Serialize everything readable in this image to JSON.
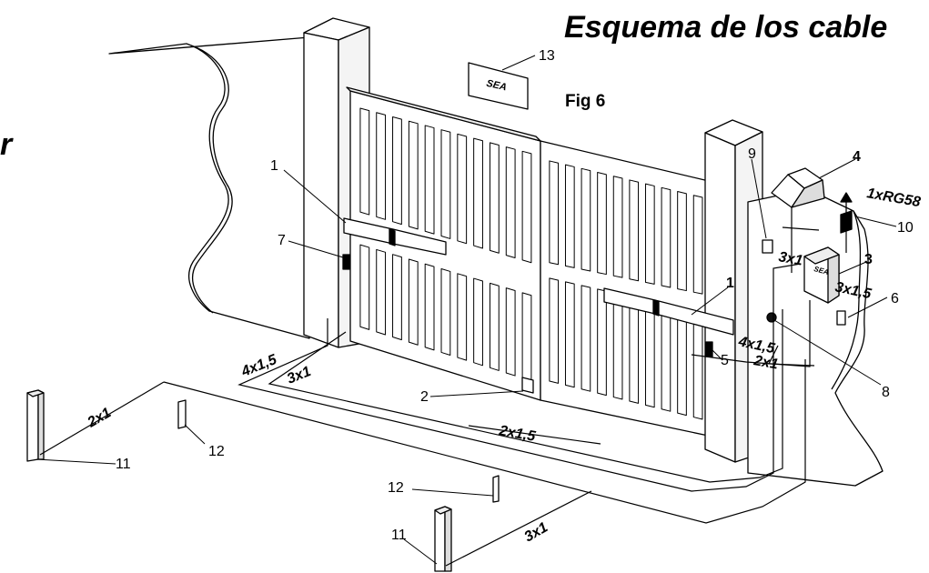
{
  "header": {
    "title": "Esquema de los cable",
    "figure_label": "Fig 6",
    "left_edge_mark": "r"
  },
  "logo_text": "SEA",
  "callouts": [
    "1",
    "1",
    "2",
    "3",
    "4",
    "5",
    "6",
    "7",
    "8",
    "9",
    "10",
    "11",
    "11",
    "12",
    "12",
    "13"
  ],
  "cables": {
    "left_actuator": "4x1,5",
    "left_photocell": "3x1",
    "far_left_column": "2x1",
    "right_actuator": "4x1,5",
    "right_photocell": "2x1",
    "control_to_post": "3x1",
    "control_supply": "3x1,5",
    "antenna": "1xRG58",
    "stop_plate": "2x1,5",
    "front_column": "3x1"
  }
}
